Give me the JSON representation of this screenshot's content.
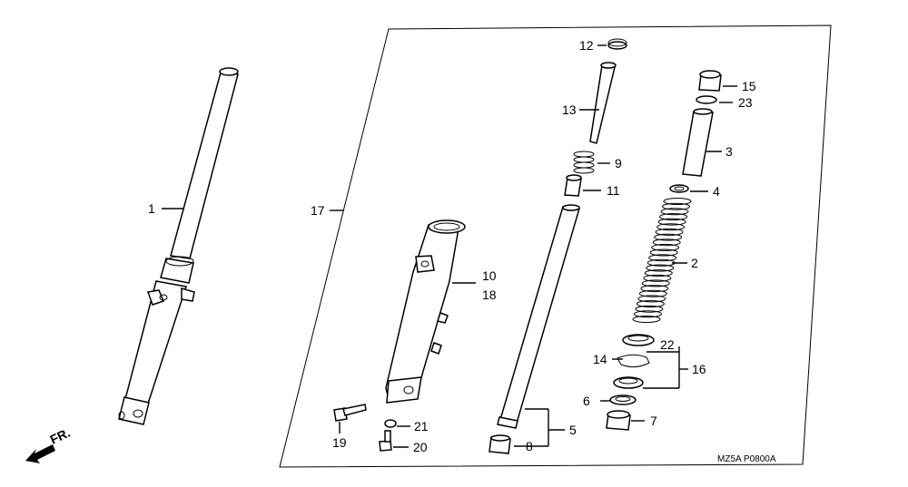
{
  "callouts": {
    "c1": "1",
    "c2": "2",
    "c3": "3",
    "c4": "4",
    "c5": "5",
    "c6": "6",
    "c7": "7",
    "c8": "8",
    "c9": "9",
    "c10": "10",
    "c11": "11",
    "c12": "12",
    "c13": "13",
    "c14": "14",
    "c15": "15",
    "c16": "16",
    "c17": "17",
    "c18": "18",
    "c19": "19",
    "c20": "20",
    "c21": "21",
    "c22": "22",
    "c23": "23"
  },
  "direction_label": "FR.",
  "diagram_code": "MZ5A  P0800A"
}
